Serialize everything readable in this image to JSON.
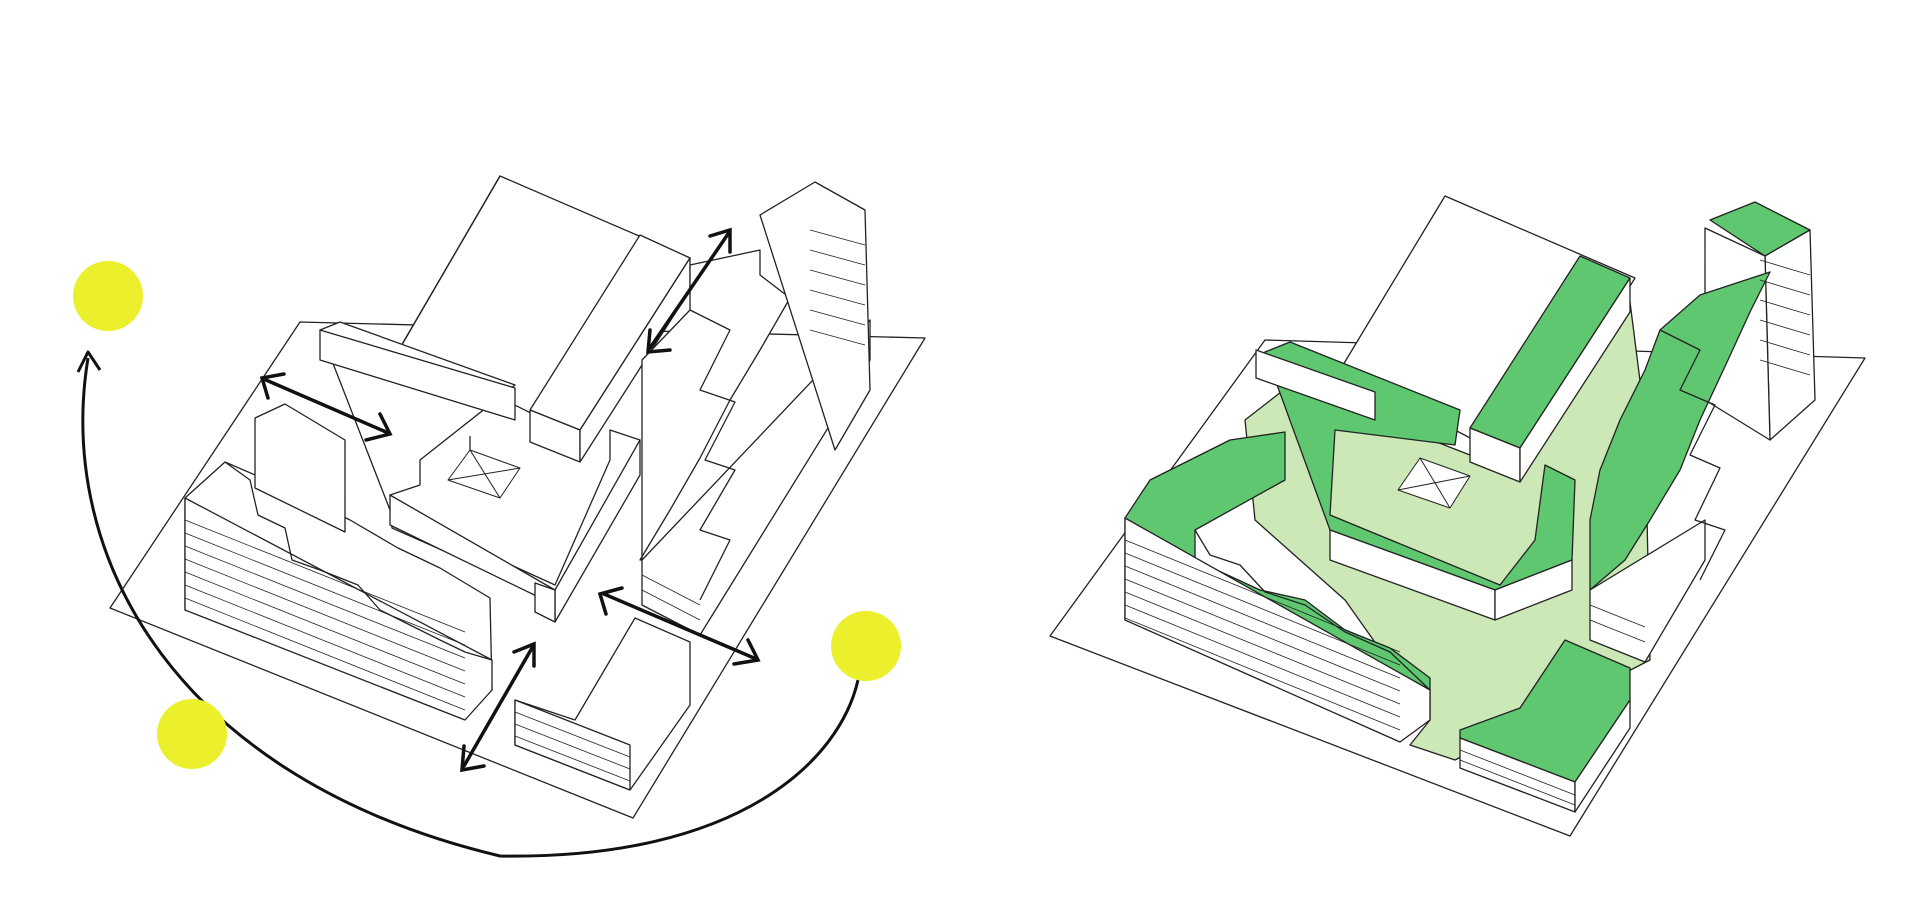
{
  "diagram": {
    "panels": [
      {
        "id": "massing-left",
        "theme": "sun path and connections",
        "sun_positions": 3,
        "connection_arrows": 4
      },
      {
        "id": "massing-right",
        "theme": "green roofs and courtyard",
        "green_roof_count": 9
      }
    ]
  },
  "colors": {
    "background": "#ffffff",
    "line": "#222222",
    "sun": "#ecef2b",
    "arrow": "#111111",
    "green_roof": "#5ec76f",
    "courtyard": "#cbe8b6",
    "face": "#ffffff"
  },
  "icons": {
    "sun": "sun-icon",
    "arrow": "double-arrow-icon",
    "skylight": "skylight-icon"
  }
}
